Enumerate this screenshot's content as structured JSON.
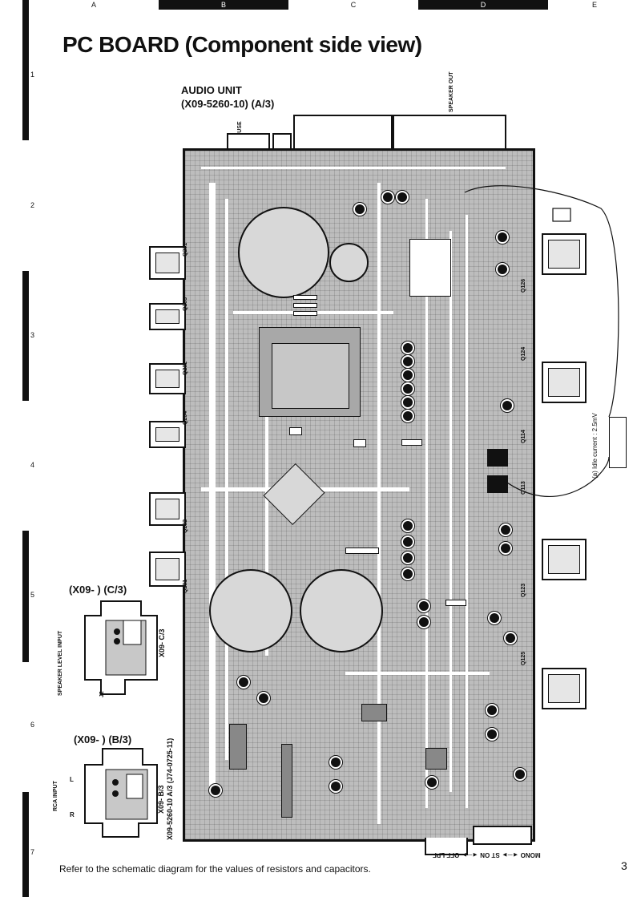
{
  "ruler_top": [
    "A",
    "B",
    "C",
    "D",
    "E"
  ],
  "ruler_left": [
    "1",
    "2",
    "3",
    "4",
    "5",
    "6",
    "7"
  ],
  "title": "PC BOARD (Component side view)",
  "audio_unit": {
    "line1": "AUDIO UNIT",
    "line2": "(X09-5260-10) (A/3)"
  },
  "labels": {
    "fuse": "FUSE",
    "speaker_out": "SPEAKER OUT",
    "idle_current": "(a) Idle current : 2.5mV",
    "board_code": "X09-5260-10 A/3   (J74-0725-11)",
    "mono_switch": "MONO ◄─► ST   ON ◄─► OFF   LPF"
  },
  "sub_c": {
    "title": "(X09- ) (C/3)",
    "input_label": "SPEAKER LEVEL INPUT",
    "code": "X09- C/3",
    "j": "J2"
  },
  "sub_b": {
    "title": "(X09- ) (B/3)",
    "input_label": "RCA INPUT",
    "left": "L",
    "right": "R",
    "code": "X09- B/3"
  },
  "transistors_left": [
    "Q201",
    "Q203",
    "Q202",
    "Q204",
    "Q202",
    "Q201"
  ],
  "transistors_right": [
    "Q126",
    "Q124",
    "Q114",
    "Q113",
    "Q123",
    "Q125"
  ],
  "footer": "Refer to the schematic diagram for the values of resistors and capacitors.",
  "page_number": "3"
}
